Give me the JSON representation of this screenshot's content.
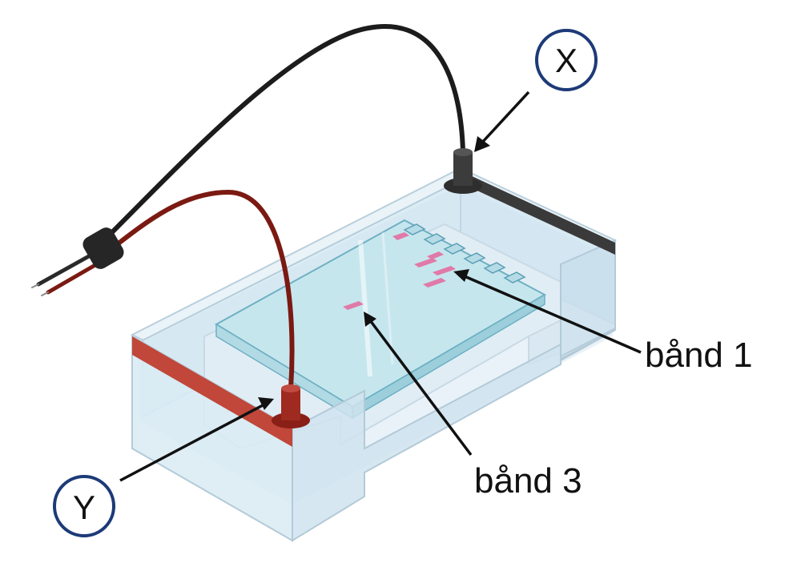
{
  "labels": {
    "x": "X",
    "y": "Y",
    "band1": "bånd 1",
    "band3": "bånd 3"
  },
  "colors": {
    "circle_stroke": "#1d3a78",
    "black_lead": "#1c1c1c",
    "red_lead": "#7a1a12",
    "red_strip": "#c0473a",
    "black_strip": "#3a3a3a",
    "gel": "#c6e6ee",
    "buffer": "#cfe3ef",
    "band": "#e07aa8"
  },
  "icons": [
    "electrode-x-icon",
    "electrode-y-icon",
    "plug-connector-icon"
  ]
}
